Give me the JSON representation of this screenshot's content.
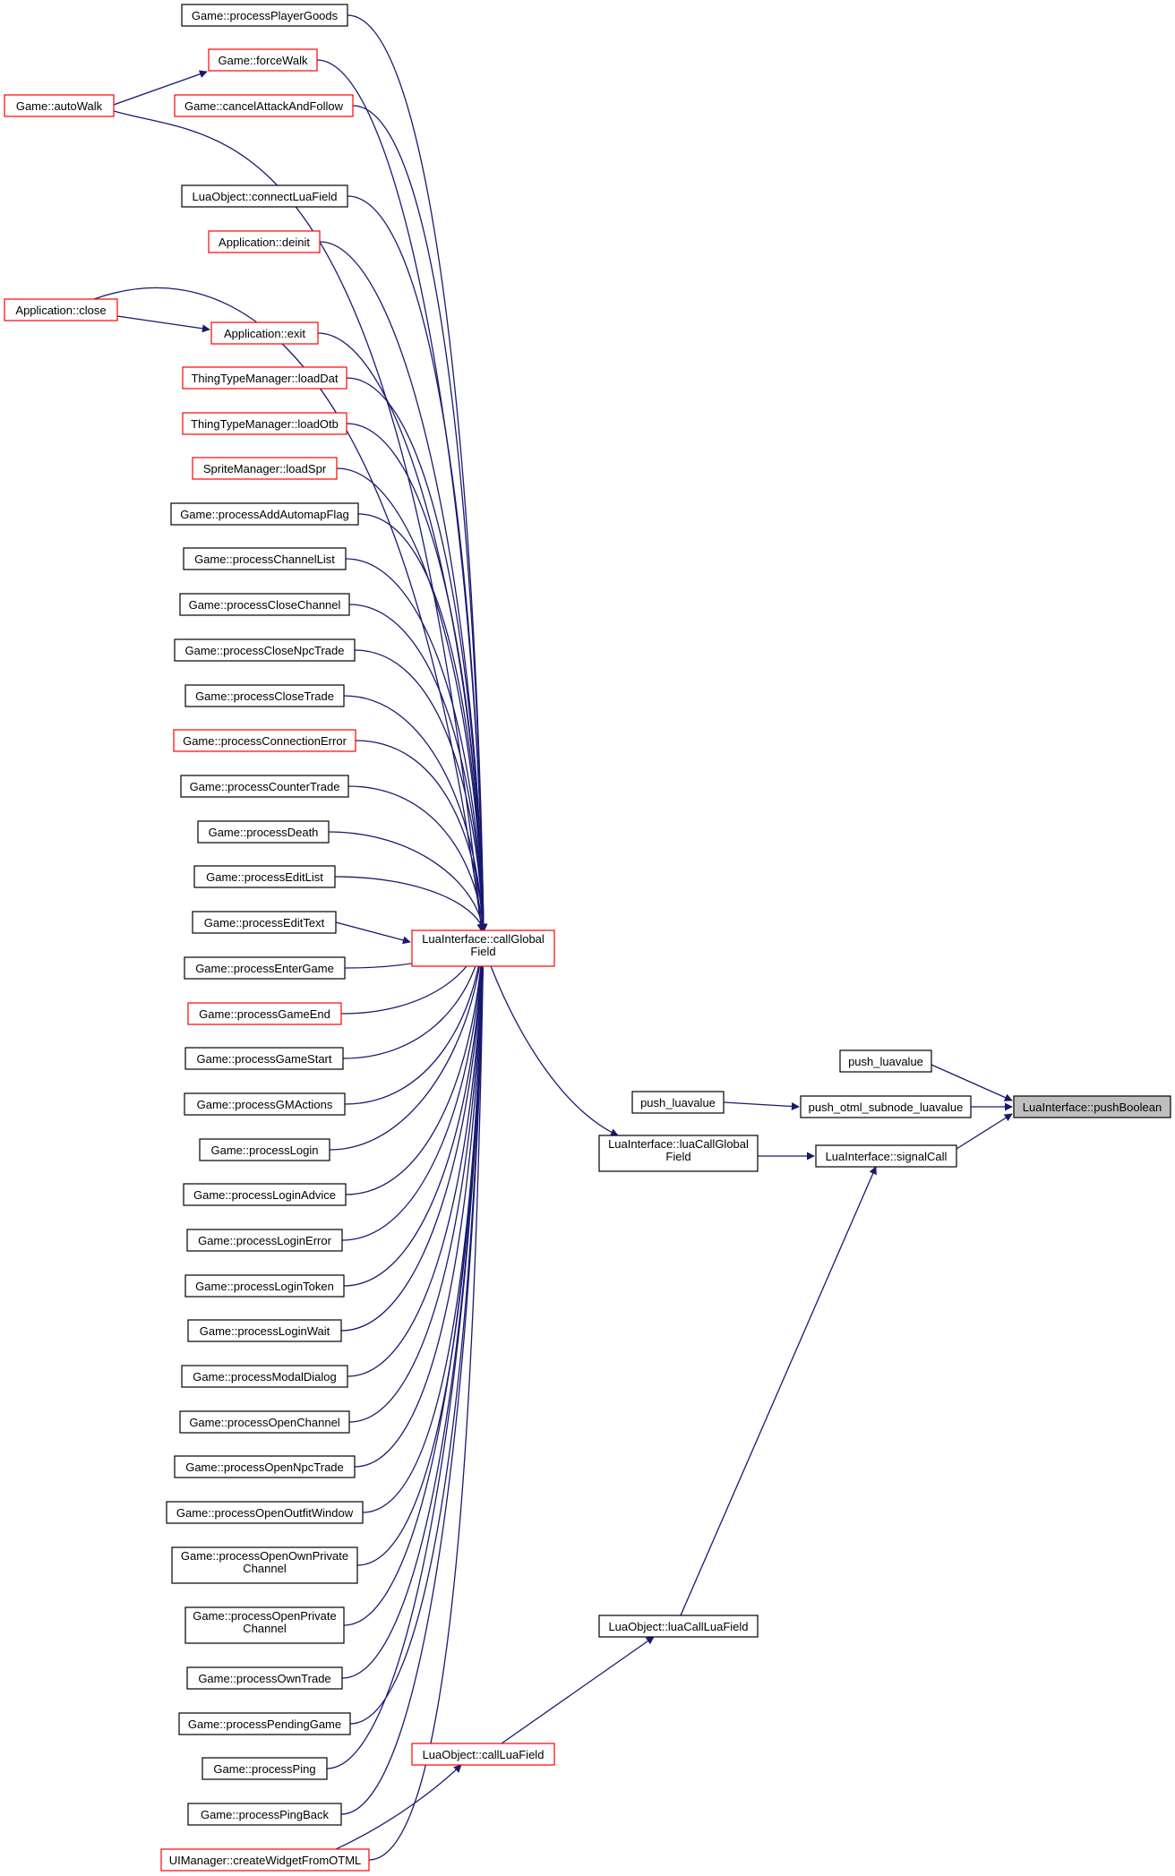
{
  "colors": {
    "edge": "#191970",
    "box_normal_border": "#000000",
    "box_truncated_border": "#ff0000",
    "box_fill": "#ffffff",
    "box_focus_fill": "#bfbfbf"
  },
  "nodes": {
    "processPlayerGoods": {
      "lines": [
        "Game::processPlayerGoods"
      ],
      "style": "normal"
    },
    "forceWalk": {
      "lines": [
        "Game::forceWalk"
      ],
      "style": "truncated"
    },
    "autoWalk": {
      "lines": [
        "Game::autoWalk"
      ],
      "style": "truncated"
    },
    "cancelAttackAndFollow": {
      "lines": [
        "Game::cancelAttackAndFollow"
      ],
      "style": "truncated"
    },
    "connectLuaField": {
      "lines": [
        "LuaObject::connectLuaField"
      ],
      "style": "normal"
    },
    "appDeinit": {
      "lines": [
        "Application::deinit"
      ],
      "style": "truncated"
    },
    "appClose": {
      "lines": [
        "Application::close"
      ],
      "style": "truncated"
    },
    "appExit": {
      "lines": [
        "Application::exit"
      ],
      "style": "truncated"
    },
    "loadDat": {
      "lines": [
        "ThingTypeManager::loadDat"
      ],
      "style": "truncated"
    },
    "loadOtb": {
      "lines": [
        "ThingTypeManager::loadOtb"
      ],
      "style": "truncated"
    },
    "loadSpr": {
      "lines": [
        "SpriteManager::loadSpr"
      ],
      "style": "truncated"
    },
    "processAddAutomapFlag": {
      "lines": [
        "Game::processAddAutomapFlag"
      ],
      "style": "normal"
    },
    "processChannelList": {
      "lines": [
        "Game::processChannelList"
      ],
      "style": "normal"
    },
    "processCloseChannel": {
      "lines": [
        "Game::processCloseChannel"
      ],
      "style": "normal"
    },
    "processCloseNpcTrade": {
      "lines": [
        "Game::processCloseNpcTrade"
      ],
      "style": "normal"
    },
    "processCloseTrade": {
      "lines": [
        "Game::processCloseTrade"
      ],
      "style": "normal"
    },
    "processConnectionError": {
      "lines": [
        "Game::processConnectionError"
      ],
      "style": "truncated"
    },
    "processCounterTrade": {
      "lines": [
        "Game::processCounterTrade"
      ],
      "style": "normal"
    },
    "processDeath": {
      "lines": [
        "Game::processDeath"
      ],
      "style": "normal"
    },
    "processEditList": {
      "lines": [
        "Game::processEditList"
      ],
      "style": "normal"
    },
    "processEditText": {
      "lines": [
        "Game::processEditText"
      ],
      "style": "normal"
    },
    "processEnterGame": {
      "lines": [
        "Game::processEnterGame"
      ],
      "style": "normal"
    },
    "processGameEnd": {
      "lines": [
        "Game::processGameEnd"
      ],
      "style": "truncated"
    },
    "processGameStart": {
      "lines": [
        "Game::processGameStart"
      ],
      "style": "normal"
    },
    "processGMActions": {
      "lines": [
        "Game::processGMActions"
      ],
      "style": "normal"
    },
    "processLogin": {
      "lines": [
        "Game::processLogin"
      ],
      "style": "normal"
    },
    "processLoginAdvice": {
      "lines": [
        "Game::processLoginAdvice"
      ],
      "style": "normal"
    },
    "processLoginError": {
      "lines": [
        "Game::processLoginError"
      ],
      "style": "normal"
    },
    "processLoginToken": {
      "lines": [
        "Game::processLoginToken"
      ],
      "style": "normal"
    },
    "processLoginWait": {
      "lines": [
        "Game::processLoginWait"
      ],
      "style": "normal"
    },
    "processModalDialog": {
      "lines": [
        "Game::processModalDialog"
      ],
      "style": "normal"
    },
    "processOpenChannel": {
      "lines": [
        "Game::processOpenChannel"
      ],
      "style": "normal"
    },
    "processOpenNpcTrade": {
      "lines": [
        "Game::processOpenNpcTrade"
      ],
      "style": "normal"
    },
    "processOpenOutfitWindow": {
      "lines": [
        "Game::processOpenOutfitWindow"
      ],
      "style": "normal"
    },
    "processOpenOwnPrivateChannel": {
      "lines": [
        "Game::processOpenOwnPrivate",
        "Channel"
      ],
      "style": "normal"
    },
    "processOpenPrivateChannel": {
      "lines": [
        "Game::processOpenPrivate",
        "Channel"
      ],
      "style": "normal"
    },
    "processOwnTrade": {
      "lines": [
        "Game::processOwnTrade"
      ],
      "style": "normal"
    },
    "processPendingGame": {
      "lines": [
        "Game::processPendingGame"
      ],
      "style": "normal"
    },
    "processPing": {
      "lines": [
        "Game::processPing"
      ],
      "style": "normal"
    },
    "processPingBack": {
      "lines": [
        "Game::processPingBack"
      ],
      "style": "normal"
    },
    "createWidgetFromOTML": {
      "lines": [
        "UIManager::createWidgetFromOTML"
      ],
      "style": "truncated"
    },
    "callGlobalField": {
      "lines": [
        "LuaInterface::callGlobal",
        "Field"
      ],
      "style": "truncated"
    },
    "callLuaField": {
      "lines": [
        "LuaObject::callLuaField"
      ],
      "style": "truncated"
    },
    "luaCallGlobalField": {
      "lines": [
        "LuaInterface::luaCallGlobal",
        "Field"
      ],
      "style": "normal"
    },
    "luaCallLuaField": {
      "lines": [
        "LuaObject::luaCallLuaField"
      ],
      "style": "normal"
    },
    "pushLuavalueTop": {
      "lines": [
        "push_luavalue"
      ],
      "style": "normal"
    },
    "pushLuavalueMid": {
      "lines": [
        "push_luavalue"
      ],
      "style": "normal"
    },
    "pushOtmlSubnode": {
      "lines": [
        "push_otml_subnode_luavalue"
      ],
      "style": "normal"
    },
    "signalCall": {
      "lines": [
        "LuaInterface::signalCall"
      ],
      "style": "normal"
    },
    "pushBoolean": {
      "lines": [
        "LuaInterface::pushBoolean"
      ],
      "style": "focus"
    }
  }
}
